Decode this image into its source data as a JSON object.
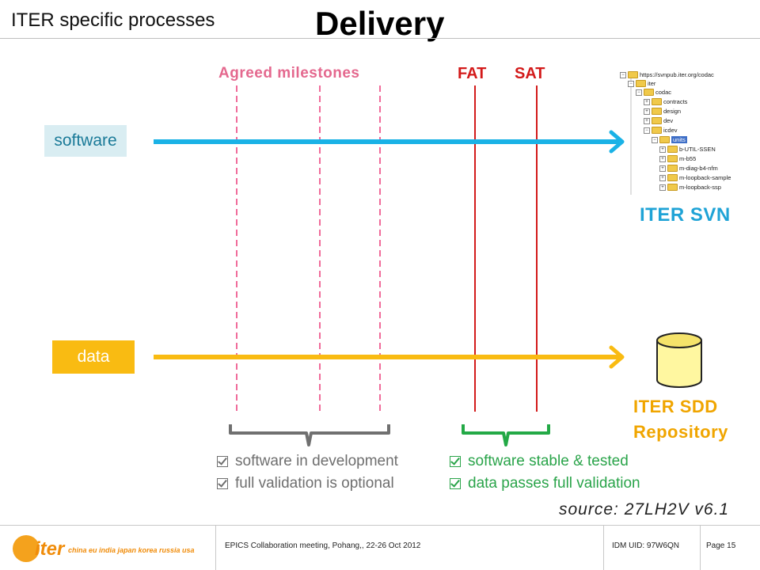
{
  "header": {
    "section_title": "ITER specific processes",
    "slide_title": "Delivery"
  },
  "milestones": {
    "agreed_label": "Agreed milestones",
    "fat_label": "FAT",
    "sat_label": "SAT"
  },
  "lanes": {
    "software_label": "software",
    "data_label": "data"
  },
  "svn": {
    "label": "ITER SVN",
    "tree": {
      "root": "https://svnpub.iter.org/codac",
      "level1": "iter",
      "level2": "codac",
      "codac_children": [
        "contracts",
        "design",
        "dev",
        "icdev"
      ],
      "icdev_child": "units",
      "units_children": [
        "b-UTIL-SSEN",
        "m-b55",
        "m-diag-b4-nfm",
        "m-loopback-sample",
        "m-loopback-ssp"
      ]
    }
  },
  "sdd": {
    "label_line1": "ITER SDD",
    "label_line2": "Repository"
  },
  "checks": {
    "development": [
      "software in development",
      "full validation is optional"
    ],
    "stable": [
      "software stable & tested",
      "data passes full validation"
    ]
  },
  "source": "source: 27LH2V v6.1",
  "footer": {
    "logo_word": "iter",
    "logo_tagline": "china eu india japan korea russia usa",
    "meeting": "EPICS Collaboration meeting, Pohang,, 22-26 Oct 2012",
    "idm": "IDM UID: 97W6QN",
    "page": "Page 15"
  },
  "colors": {
    "software_arrow": "#1ab2e6",
    "data_arrow": "#f9bb12",
    "milestone_dash": "#f06b9a",
    "fat_sat_line": "#d31a1a",
    "dev_brace": "#707070",
    "stable_brace": "#23a946"
  },
  "icons": {
    "checkbox": "checkbox-checked-icon",
    "database": "database-cylinder-icon",
    "folder": "folder-icon"
  }
}
